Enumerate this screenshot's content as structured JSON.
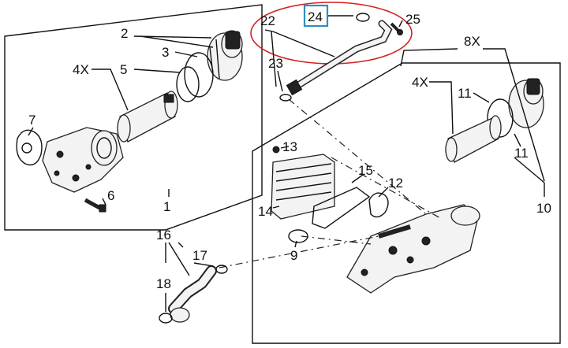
{
  "callouts": {
    "c1": "1",
    "c2": "2",
    "c3": "3",
    "c4x_left": "4X",
    "c5": "5",
    "c6": "6",
    "c7": "7",
    "c8x": "8X",
    "c9": "9",
    "c10": "10",
    "c11_top": "11",
    "c11_bottom": "11",
    "c4x_right": "4X",
    "c12": "12",
    "c13": "13",
    "c14": "14",
    "c15": "15",
    "c16": "16",
    "c17": "17",
    "c18": "18",
    "c22": "22",
    "c23": "23",
    "c24": "24",
    "c25": "25"
  },
  "colors": {
    "highlight_box": "#2e8fc0",
    "highlight_ellipse": "#d32020",
    "line": "#111111"
  }
}
